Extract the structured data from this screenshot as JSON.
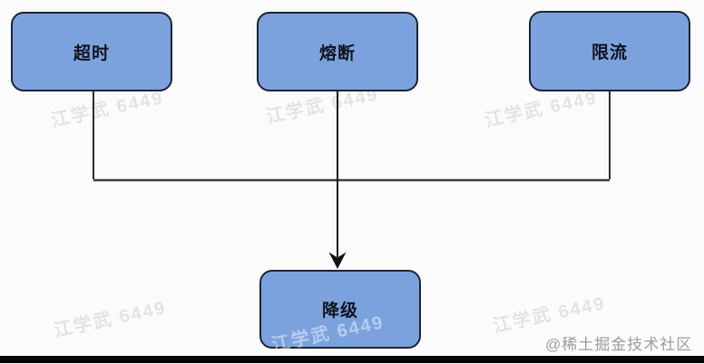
{
  "diagram": {
    "type": "flowchart",
    "nodes": {
      "timeout": {
        "label": "超时"
      },
      "fuse": {
        "label": "熔断"
      },
      "limit": {
        "label": "限流"
      },
      "degrade": {
        "label": "降级"
      }
    },
    "edges": [
      {
        "from": "timeout",
        "to": "degrade",
        "style": "elbow",
        "arrow": false
      },
      {
        "from": "fuse",
        "to": "degrade",
        "style": "straight",
        "arrow": true
      },
      {
        "from": "limit",
        "to": "degrade",
        "style": "elbow",
        "arrow": false
      }
    ],
    "colors": {
      "node_fill": "#7CA2DD",
      "node_border": "#1D2433",
      "connector": "#3A3A3A",
      "arrow": "#141414",
      "footer_bar": "#060606",
      "background": "#FBFBFC"
    }
  },
  "watermarks": {
    "author": "江学武 6449",
    "credit": "@稀土掘金技术社区"
  }
}
